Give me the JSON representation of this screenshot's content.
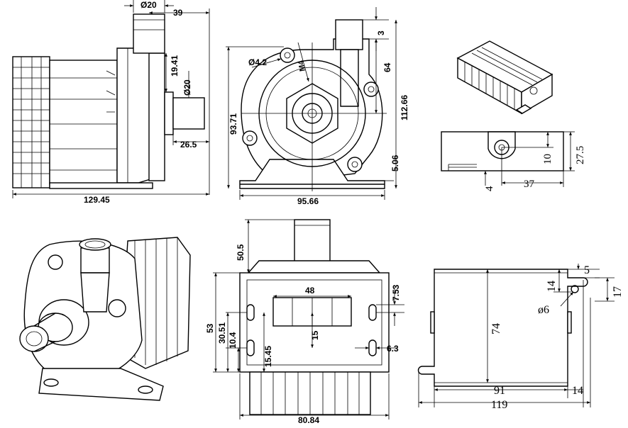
{
  "side_view": {
    "d_outlet": "Ø20",
    "outlet_offset": "39",
    "height_19": "19.41",
    "d_inlet": "Ø20",
    "inlet_len": "26.5",
    "total_len": "129.45"
  },
  "front_view": {
    "hole_d": "Ø4.2",
    "thread": "M4",
    "top_3": "3",
    "h_64": "64",
    "h_112": "112.66",
    "h_93": "93.71",
    "base_5": "5.06",
    "width_95": "95.66"
  },
  "base_view": {
    "h_50": "50.5",
    "w_48": "48",
    "d_7": "7.53",
    "h_53": "53",
    "h_30": "30.51",
    "h_10": "10.4",
    "h_15": "15",
    "h_15_45": "15.45",
    "slot_6": "6.3",
    "width_80": "80.84"
  },
  "box_side": {
    "d_10": "10",
    "h_27": "27.5",
    "d_4": "4",
    "w_37": "37"
  },
  "bracket": {
    "d_5": "5",
    "d_14a": "14",
    "d_17": "17",
    "hole": "ø6",
    "h_74": "74",
    "w_91": "91",
    "d_14b": "14",
    "w_119": "119"
  }
}
